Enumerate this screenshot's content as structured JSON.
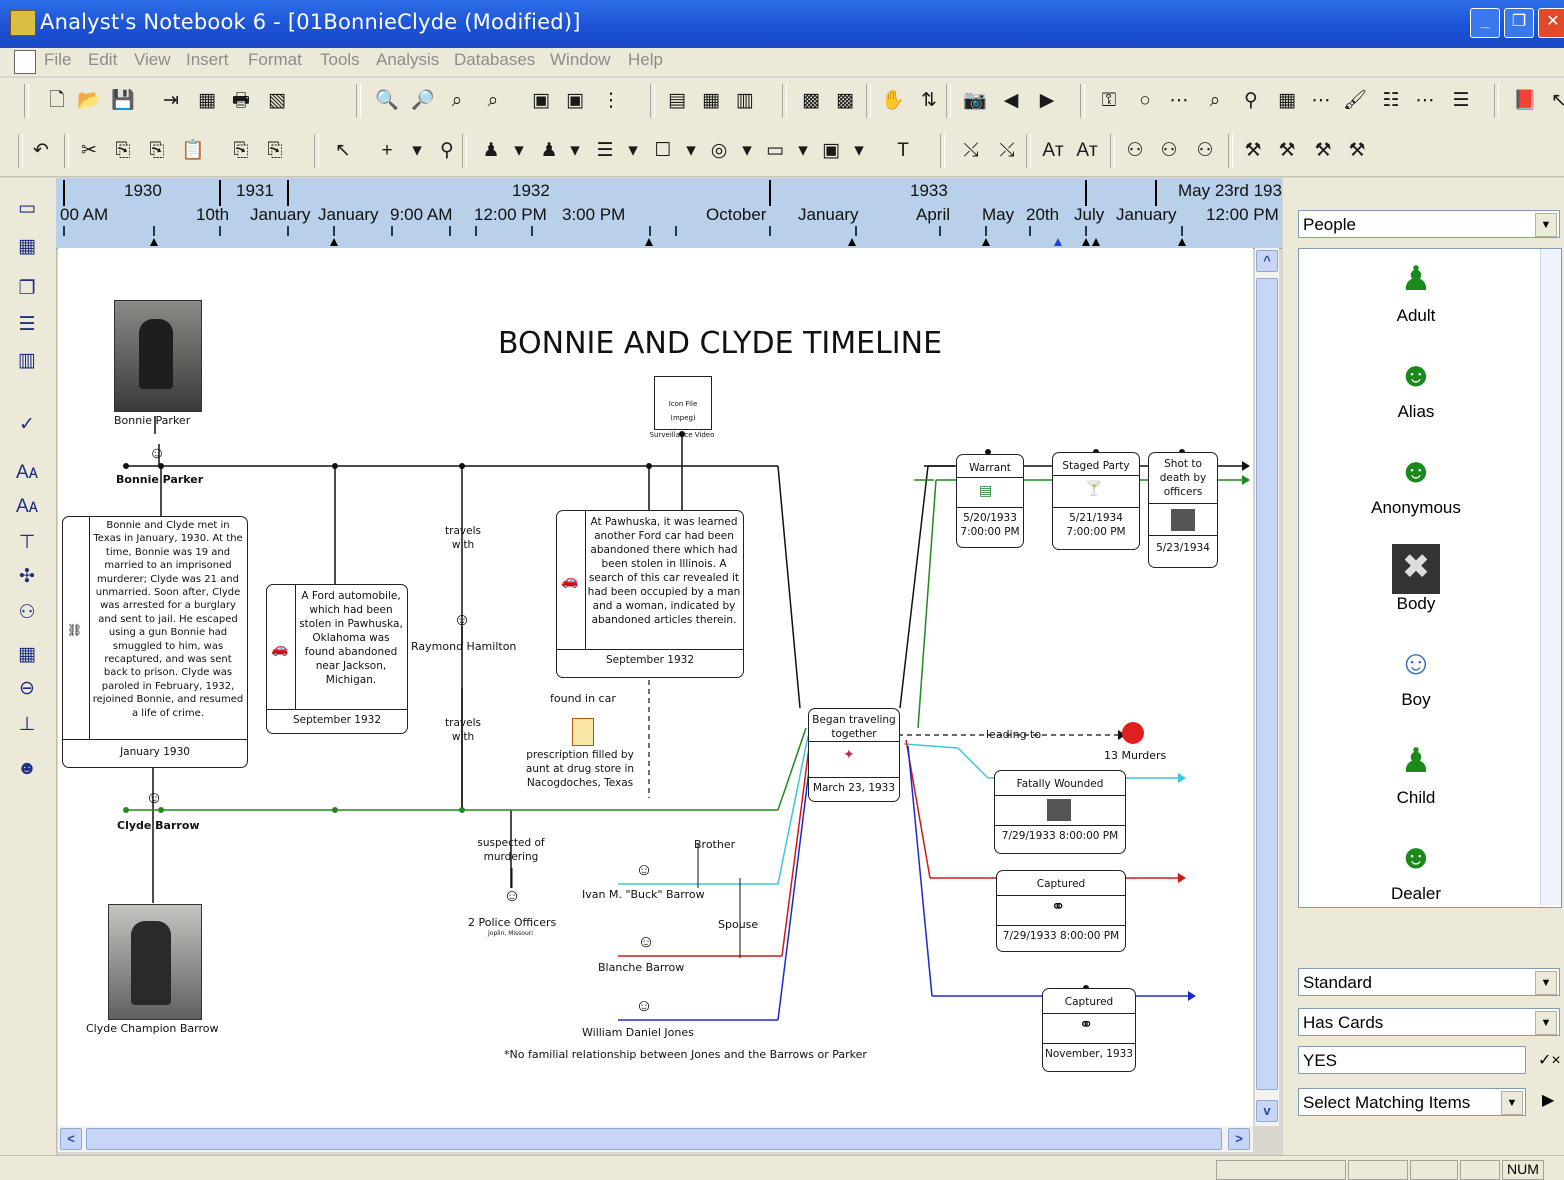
{
  "window": {
    "title": "Analyst's Notebook 6 - [01BonnieClyde (Modified)]"
  },
  "menu": [
    "File",
    "Edit",
    "View",
    "Insert",
    "Format",
    "Tools",
    "Analysis",
    "Databases",
    "Window",
    "Help"
  ],
  "timeline": {
    "years": [
      "1930",
      "1931",
      "1932",
      "1933",
      "May 23rd 193"
    ],
    "ticks": [
      "00 AM",
      "10th",
      "January",
      "January",
      "9:00 AM",
      "12:00 PM",
      "3:00 PM",
      "October",
      "January",
      "April",
      "May",
      "20th",
      "July",
      "January",
      "12:00 PM"
    ]
  },
  "diagram": {
    "title": "BONNIE AND CLYDE TIMELINE",
    "bonnie_photo_caption": "Bonnie Parker",
    "bonnie_label": "Bonnie Parker",
    "clyde_label": "Clyde Barrow",
    "clyde_photo_caption": "Clyde Champion Barrow",
    "video": {
      "box_text": "Icon File (mpeg)",
      "caption": "Surveillance Video"
    },
    "event1": {
      "text": "Bonnie and Clyde met in Texas in January, 1930. At the time, Bonnie was 19 and married to an imprisoned murderer; Clyde was 21 and unmarried. Soon after, Clyde was arrested for a burglary and sent to jail. He escaped using a gun Bonnie had smuggled to him, was recaptured, and was sent back to prison. Clyde was paroled in February, 1932, rejoined Bonnie, and resumed a life of crime.",
      "date": "January 1930"
    },
    "event2": {
      "text": "A Ford automobile, which had been stolen in Pawhuska, Oklahoma was found abandoned near Jackson, Michigan.",
      "date": "September 1932"
    },
    "event3": {
      "text": "At Pawhuska, it was learned another Ford car had been abandoned there which had been stolen in Illinois. A search of this car revealed it had been occupied by a man and a woman, indicated by abandoned articles therein.",
      "date": "September 1932"
    },
    "travels1": "travels with",
    "travels2": "travels with",
    "raymond": "Raymond Hamilton",
    "found_in_car": "found in car",
    "prescription": "prescription filled by aunt at drug store in Nacogdoches, Texas",
    "suspected": "suspected of murdering",
    "police": "2 Police Officers",
    "police_sub": "Joplin, Missouri",
    "brother": "Brother",
    "spouse": "Spouse",
    "buck": "Ivan M. \"Buck\" Barrow",
    "blanche": "Blanche Barrow",
    "jones": "William Daniel Jones",
    "footnote": "*No familial relationship between Jones and the Barrows or Parker",
    "began": {
      "title": "Began traveling together",
      "date": "March 23, 1933"
    },
    "leading_to": "leading to",
    "murders": "13 Murders",
    "warrant": {
      "title": "Warrant",
      "date": "5/20/1933 7:00:00 PM"
    },
    "staged": {
      "title": "Staged Party",
      "date": "5/21/1934 7:00:00 PM"
    },
    "shot": {
      "title": "Shot to death by officers",
      "date": "5/23/1934"
    },
    "fatal": {
      "title": "Fatally Wounded",
      "date": "7/29/1933 8:00:00 PM"
    },
    "captured1": {
      "title": "Captured",
      "date": "7/29/1933 8:00:00 PM"
    },
    "captured2": {
      "title": "Captured",
      "date": "November, 1933"
    }
  },
  "right_panel": {
    "category": "People",
    "icons": [
      "Adult",
      "Alias",
      "Anonymous",
      "Body",
      "Boy",
      "Child",
      "Dealer"
    ],
    "style": "Standard",
    "attribute": "Has Cards",
    "value": "YES",
    "action": "Select Matching Items"
  },
  "status": {
    "num": "NUM"
  },
  "colors": {
    "accent": "#1c52d6",
    "green": "#1f8a1f",
    "cyan": "#3fc6d8",
    "red": "#d01818",
    "blue": "#1a2ad0"
  }
}
